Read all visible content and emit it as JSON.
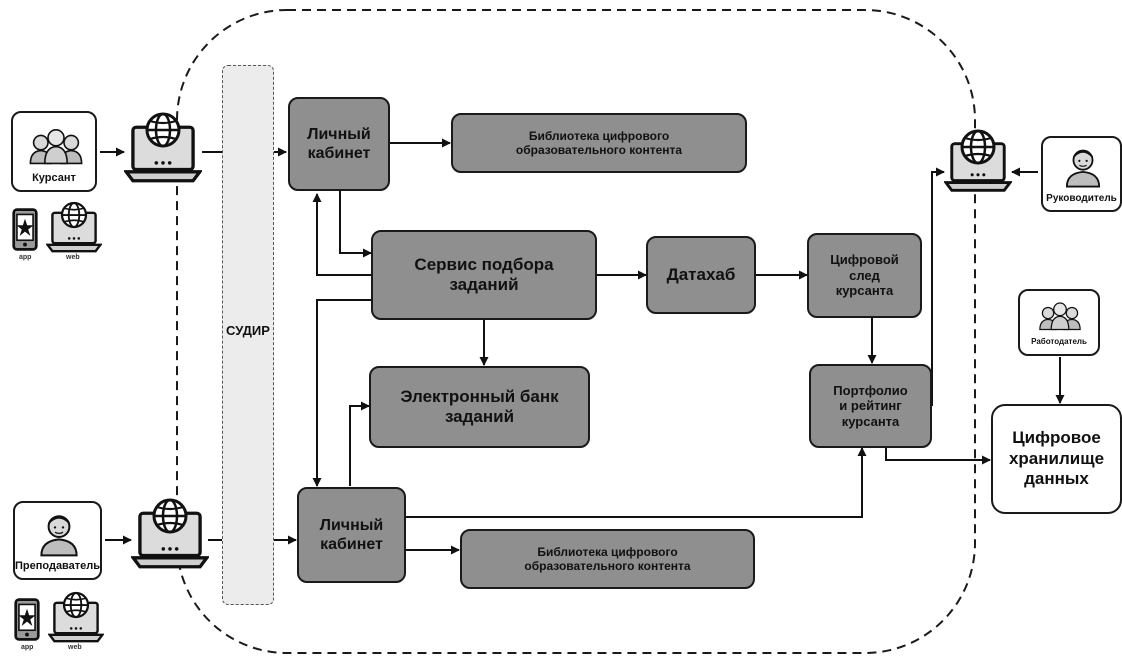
{
  "diagram": {
    "actors": {
      "kursant": "Курсант",
      "prepodavatel": "Преподаватель",
      "rukovoditel": "Руководитель",
      "rabotodatel": "Работодатель"
    },
    "device_labels": {
      "app": "app",
      "web": "web"
    },
    "sudir": "СУДИР",
    "nodes": {
      "cabinet_top": "Личный\nкабинет",
      "library_top": "Библиотека цифрового\nобразовательного контента",
      "service": "Сервис подбора\nзаданий",
      "datahub": "Датахаб",
      "digital_trace": "Цифровой\nслед\nкурсанта",
      "bank": "Электронный банк\nзаданий",
      "portfolio": "Портфолио\nи рейтинг\nкурсанта",
      "storage": "Цифровое\nхранилище\nданных",
      "cabinet_bottom": "Личный\nкабинет",
      "library_bottom": "Библиотека цифрового\nобразовательного контента"
    },
    "icons": {
      "actor_group": "people-group-icon",
      "actor_single": "person-icon",
      "laptop": "laptop-globe-icon",
      "phone": "phone-app-icon"
    }
  }
}
